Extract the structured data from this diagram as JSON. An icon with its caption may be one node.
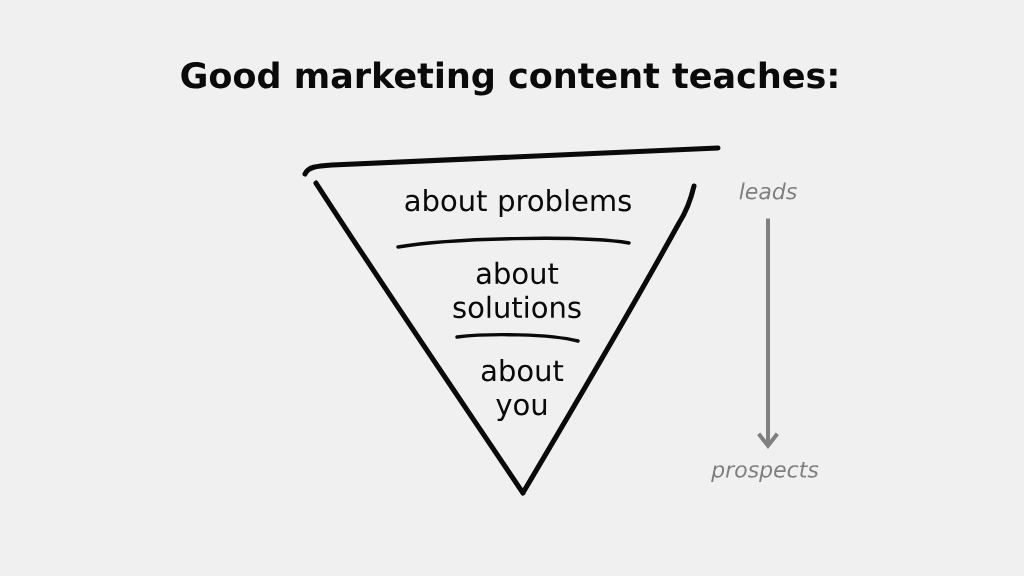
{
  "diagram": {
    "title": "Good marketing content teaches:",
    "nodes": [
      {
        "text": [
          "about problems"
        ]
      },
      {
        "text": [
          "about solutions"
        ]
      },
      {
        "text": [
          "about you"
        ]
      },
      {
        "text": [
          "leads"
        ]
      },
      {
        "text": [
          "prospects"
        ]
      }
    ],
    "edges": [
      {
        "from": 3,
        "to": 4,
        "arrow": "to",
        "color": "#808080"
      }
    ]
  }
}
